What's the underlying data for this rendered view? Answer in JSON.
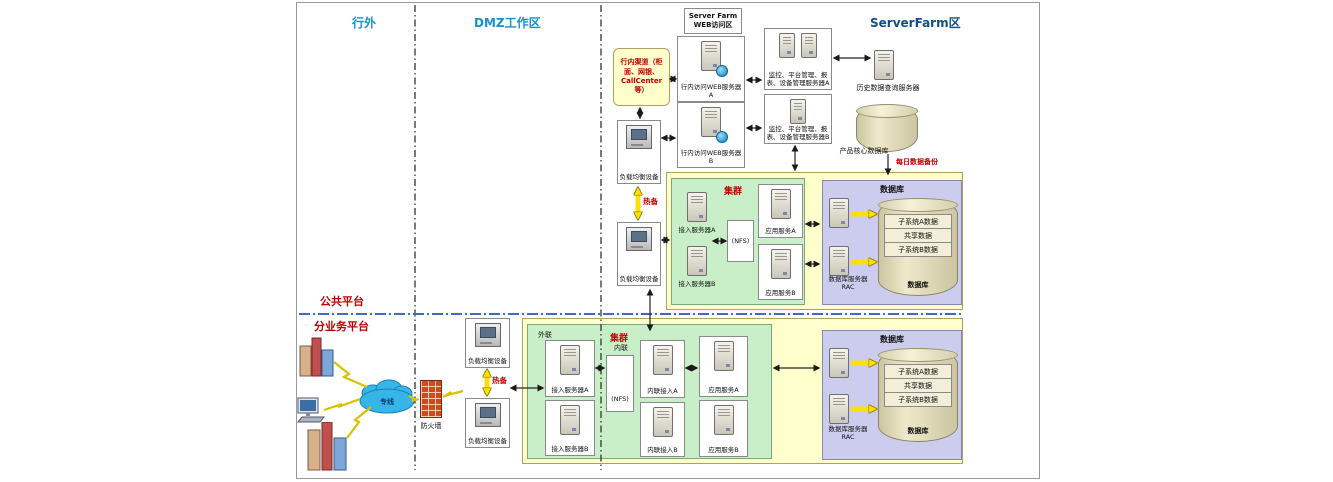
{
  "colors": {
    "zone_label_blue": "#1591d3",
    "serverfarm_label_navy": "#0f4e8c",
    "red_text": "#c00000",
    "yellow_panel": "#ffffcc",
    "green_panel": "#c9efc9",
    "purple_panel": "#ccccee",
    "hot_standby_yellow": "#ffe000"
  },
  "zones": {
    "outside": "行外",
    "dmz": "DMZ工作区",
    "serverfarm": "ServerFarm区",
    "web_access_line1": "Server Farm",
    "web_access_line2": "WEB访问区",
    "public_platform": "公共平台",
    "sub_business": "分业务平台"
  },
  "left": {
    "leased_line": "专线",
    "firewall": "防火墙"
  },
  "dmz": {
    "channel": "行内渠道（柜面、网银、CallCenter等）",
    "lb": "负载均衡设备",
    "hot_standby": "热备",
    "web_a": "行内访问WEB服务器A",
    "web_b": "行内访问WEB服务器B"
  },
  "farm": {
    "monitor_a": "监控、平台管理、报表、设备管理服务器A",
    "monitor_b": "监控、平台管理、报表、设备管理服务器B",
    "history": "历史数据查询服务器",
    "core_db": "产品核心数据库",
    "daily_backup": "每日数据备份"
  },
  "cluster_upper": {
    "title": "集群",
    "access_a": "接入服务器A",
    "access_b": "接入服务器B",
    "nfs": "(NFS)",
    "app_a": "应用服务A",
    "app_b": "应用服务B"
  },
  "db_upper": {
    "title": "数据库",
    "rac_line1": "数据库服务器",
    "rac_line2": "RAC",
    "band_a": "子系统A数据",
    "band_shared": "共享数据",
    "band_b": "子系统B数据",
    "cylinder": "数据库"
  },
  "cluster_lower": {
    "title": "集群",
    "external": "外联",
    "access_a": "接入服务器A",
    "access_b": "接入服务器B",
    "internal": "内联",
    "nfs": "(NFS)",
    "int_a": "内联接入A",
    "int_b": "内联接入B",
    "app_a": "应用服务A",
    "app_b": "应用服务B"
  },
  "db_lower": {
    "title": "数据库",
    "rac_line1": "数据库服务器",
    "rac_line2": "RAC",
    "band_a": "子系统A数据",
    "band_shared": "共享数据",
    "band_b": "子系统B数据",
    "cylinder": "数据库"
  }
}
